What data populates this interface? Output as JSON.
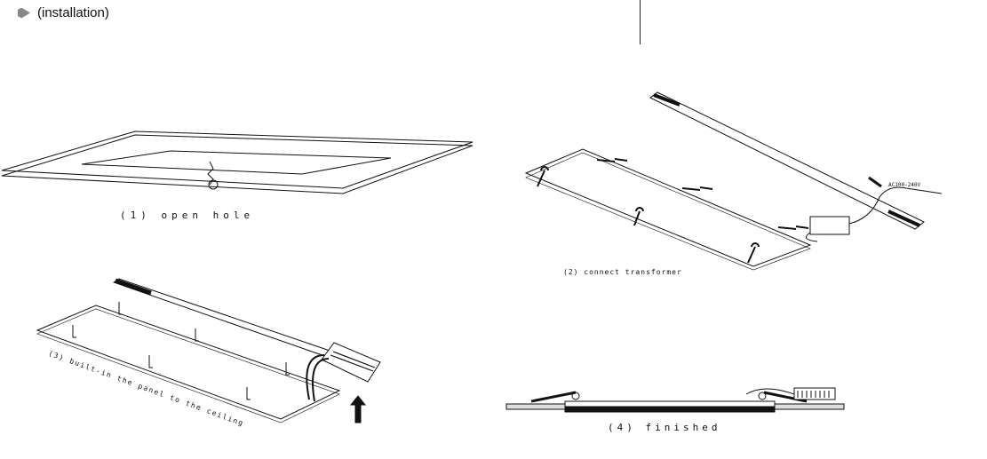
{
  "header": {
    "bullet_icon": "gray-bullet-icon",
    "title": "(installation)"
  },
  "steps": [
    {
      "caption": "(1) open hole"
    },
    {
      "caption": "(2) connect transformer"
    },
    {
      "caption": "(3) built-in the panel to the ceiling"
    },
    {
      "caption": "(4) finished"
    }
  ],
  "labels": {
    "voltage": "AC100-240V"
  }
}
